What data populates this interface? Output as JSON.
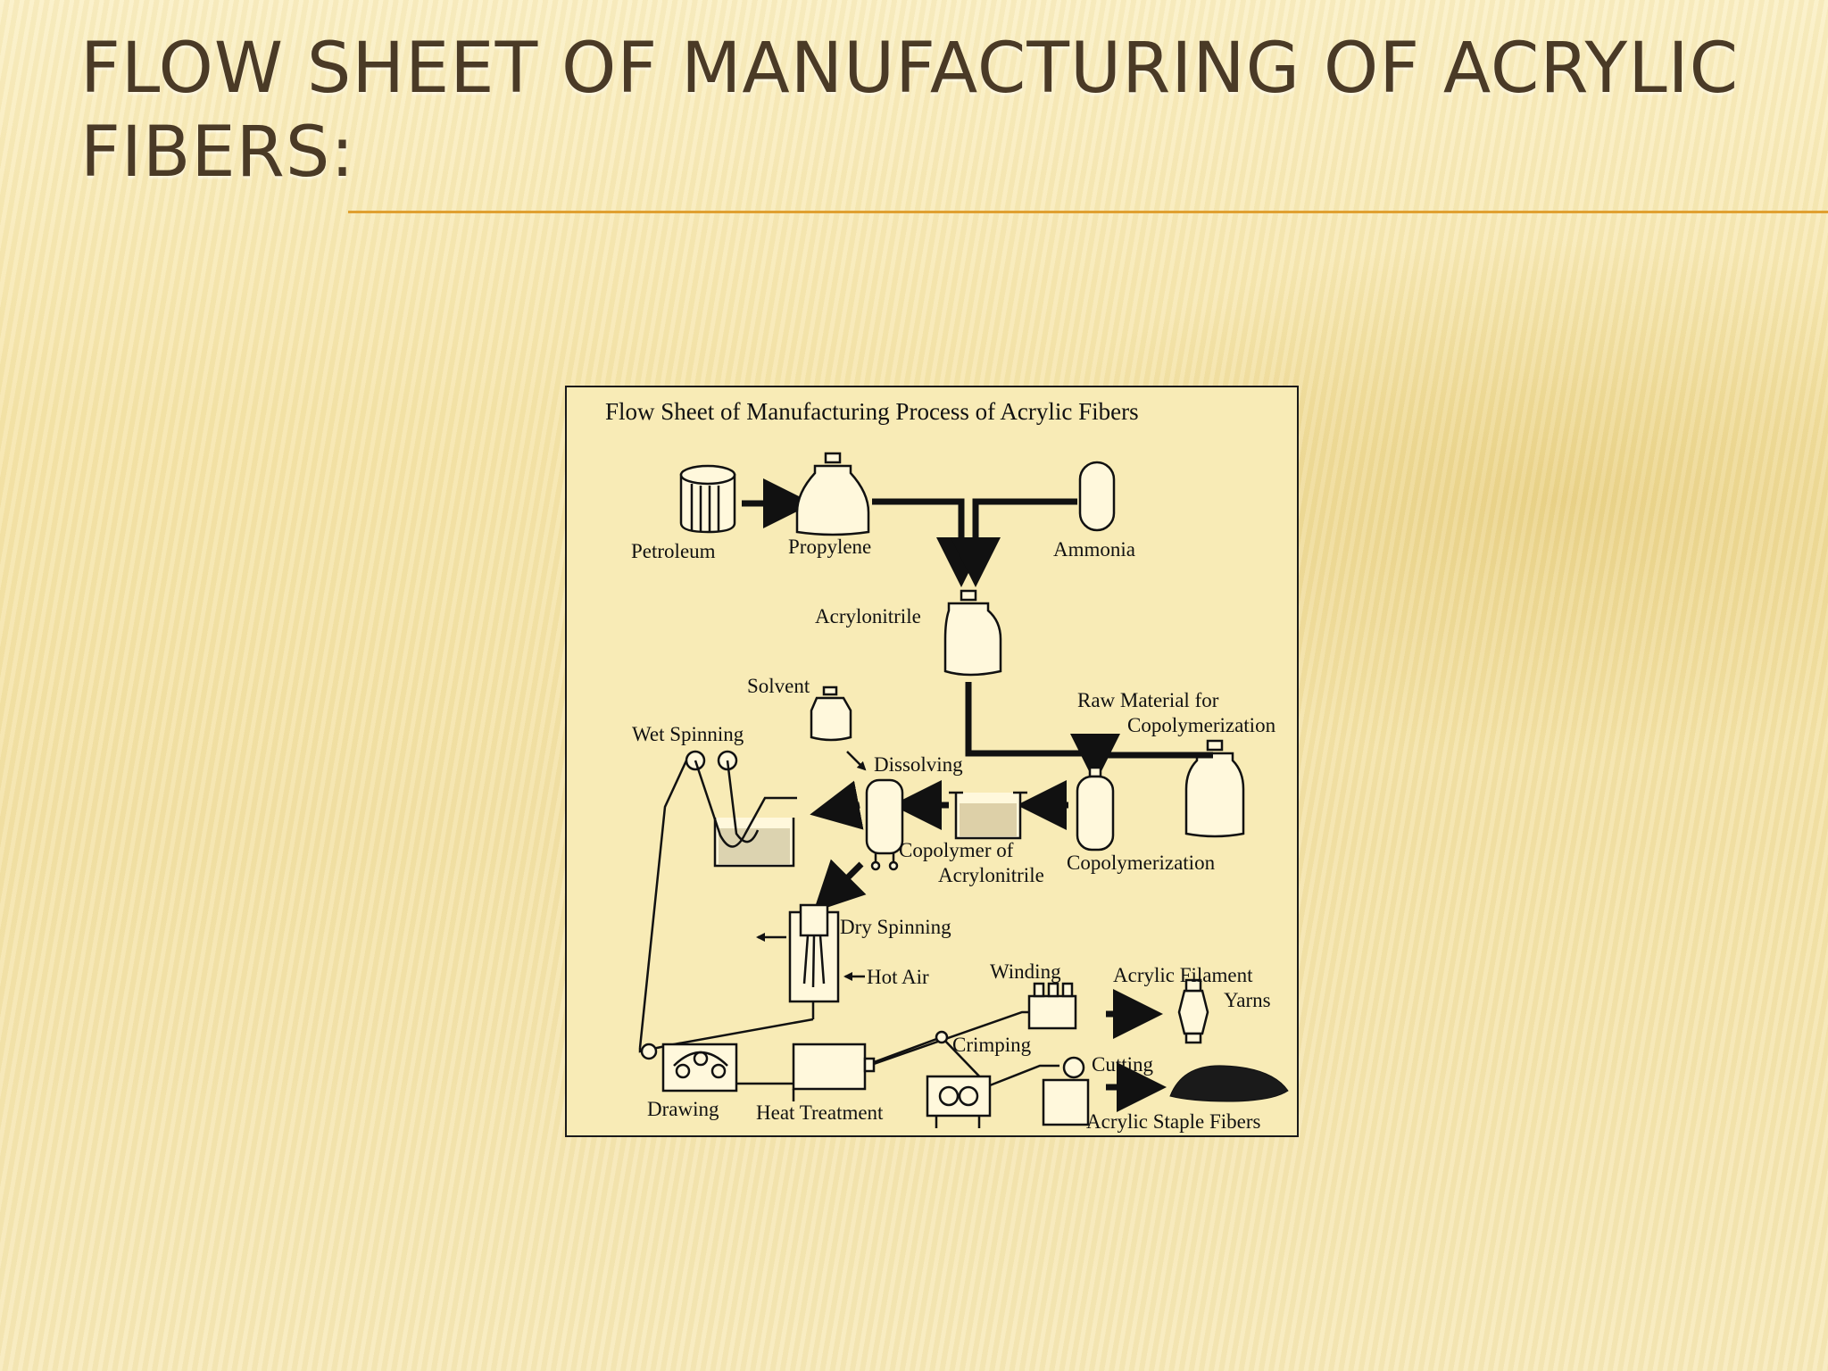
{
  "slide": {
    "title": "FLOW SHEET OF MANUFACTURING OF ACRYLIC FIBERS:"
  },
  "diagram": {
    "heading": "Flow Sheet of Manufacturing Process of Acrylic Fibers",
    "labels": {
      "petroleum": "Petroleum",
      "propylene": "Propylene",
      "ammonia": "Ammonia",
      "acrylonitrile": "Acrylonitrile",
      "solvent": "Solvent",
      "raw_material_line1": "Raw Material for",
      "raw_material_line2": "Copolymerization",
      "wet_spinning": "Wet Spinning",
      "dissolving": "Dissolving",
      "copolymer_line1": "Copolymer of",
      "copolymer_line2": "Acrylonitrile",
      "copolymerization": "Copolymerization",
      "dry_spinning": "Dry Spinning",
      "hot_air": "Hot Air",
      "winding": "Winding",
      "filament_line1": "Acrylic Filament",
      "filament_line2": "Yarns",
      "crimping": "Crimping",
      "cutting": "Cutting",
      "drawing": "Drawing",
      "heat_treatment": "Heat Treatment",
      "staple_fibers": "Acrylic Staple Fibers"
    }
  }
}
